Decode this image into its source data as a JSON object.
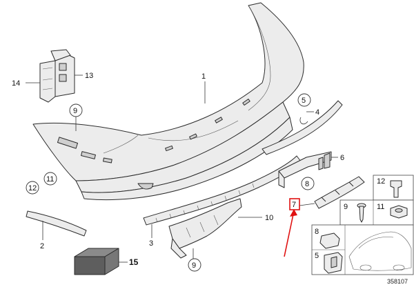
{
  "callouts": {
    "c1": "1",
    "c2": "2",
    "c3": "3",
    "c4": "4",
    "c5": "5",
    "c6": "6",
    "c7": "7",
    "c8": "8",
    "c9": "9",
    "c10": "10",
    "c11": "11",
    "c12": "12",
    "c13": "13",
    "c14": "14",
    "c15": "15"
  },
  "reference": "358107",
  "colors": {
    "highlight": "#e01010",
    "ink": "#2a2a2a"
  }
}
